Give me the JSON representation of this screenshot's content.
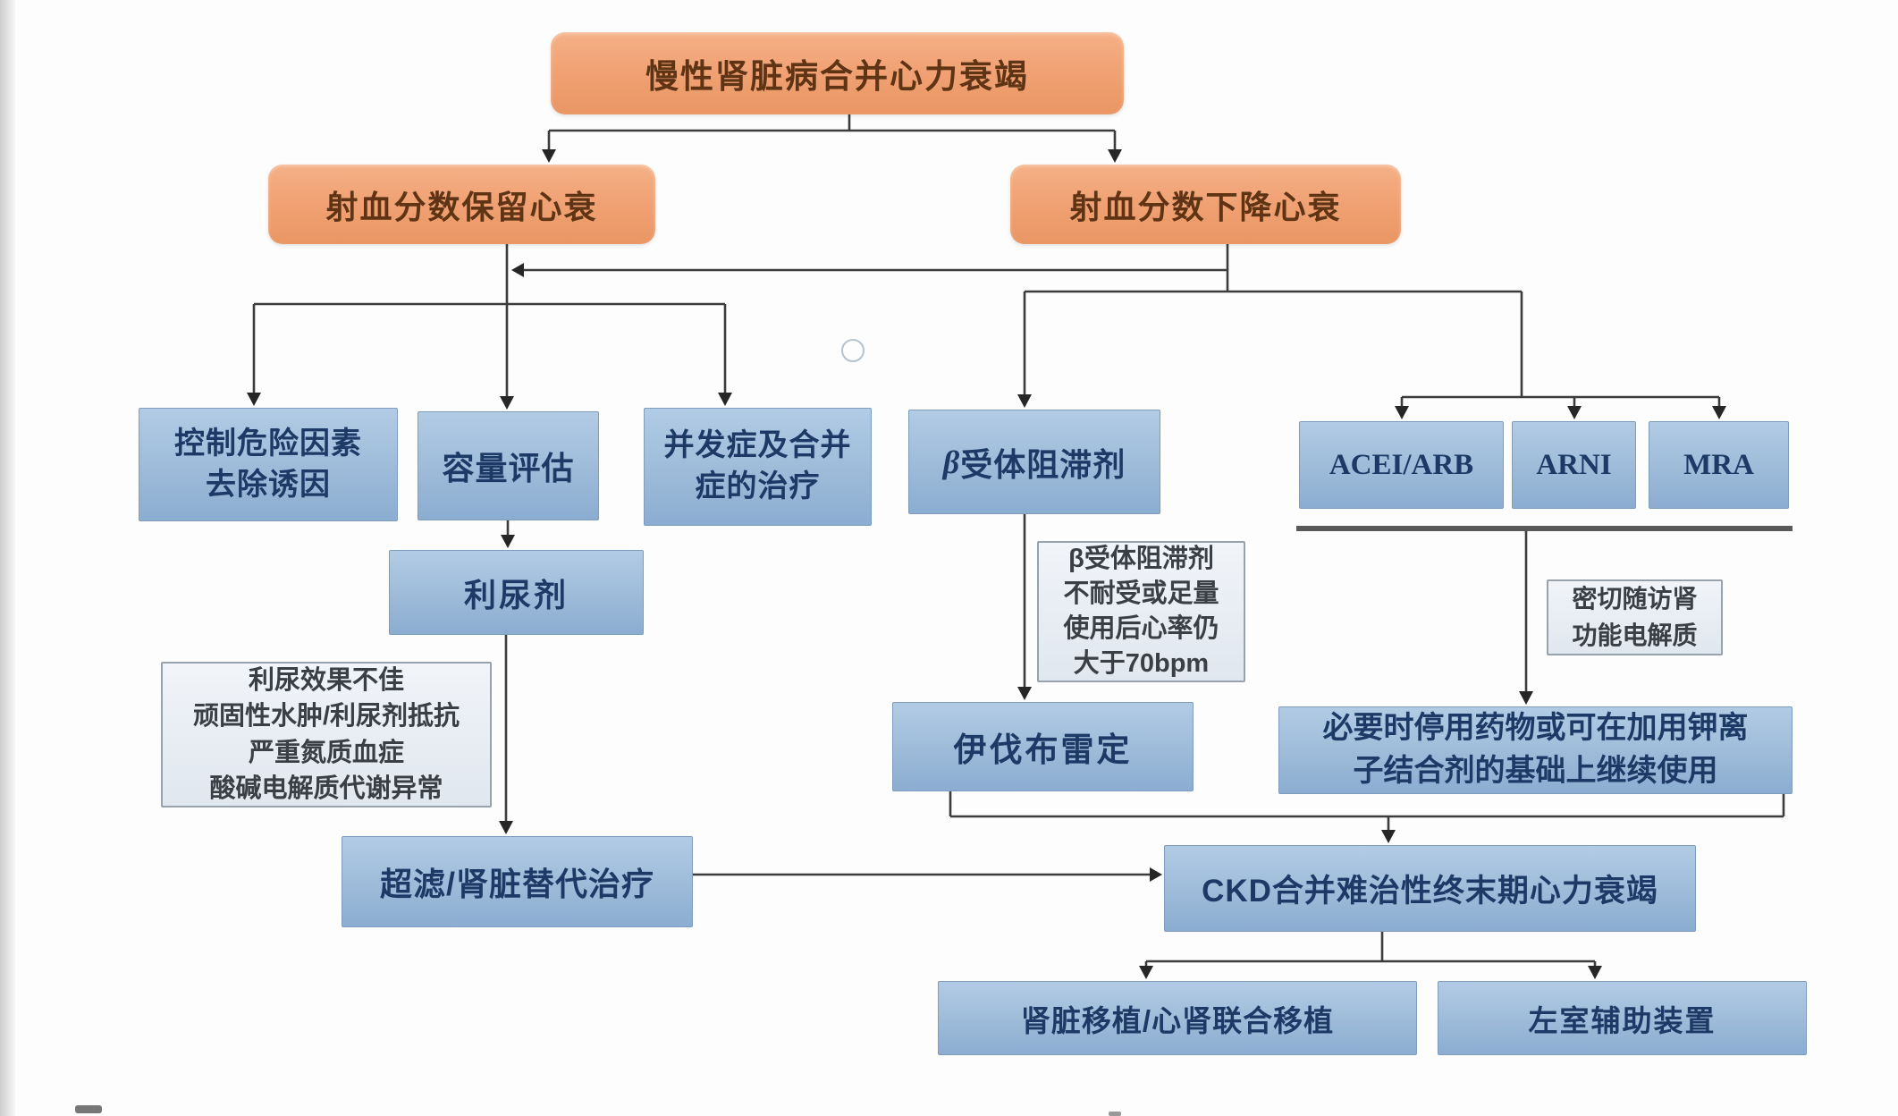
{
  "diagram_title": "慢性肾脏病合并心力衰竭",
  "colors": {
    "orange_box": "#f0a173",
    "blue_box": "#9dbbd9",
    "note_box": "#e8edf3",
    "connector": "#3c3c3c",
    "orange_text": "#5e3415",
    "blue_text": "#1d3a66"
  },
  "nodes": {
    "root": {
      "label": "慢性肾脏病合并心力衰竭"
    },
    "hfpef": {
      "label": "射血分数保留心衰"
    },
    "hfref": {
      "label": "射血分数下降心衰"
    },
    "risk": {
      "lines": [
        "控制危险因素",
        "去除诱因"
      ]
    },
    "volume": {
      "label": "容量评估"
    },
    "complication": {
      "lines": [
        "并发症及合并",
        "症的治疗"
      ]
    },
    "beta_blocker": {
      "beta": "β",
      "rest": "受体阻滞剂"
    },
    "acei_arb": {
      "label": "ACEI/ARB"
    },
    "arni": {
      "label": "ARNI"
    },
    "mra": {
      "label": "MRA"
    },
    "diuretic": {
      "label": "利尿剂"
    },
    "diuretic_note": {
      "lines": [
        "利尿效果不佳",
        "顽固性水肿/利尿剂抵抗",
        "严重氮质血症",
        "酸碱电解质代谢异常"
      ]
    },
    "beta_note": {
      "lines": [
        "β受体阻滞剂",
        "不耐受或足量",
        "使用后心率仍",
        "大于70bpm"
      ]
    },
    "ivabradine": {
      "label": "伊伐布雷定"
    },
    "followup_note": {
      "lines": [
        "密切随访肾",
        "功能电解质"
      ]
    },
    "potassium": {
      "lines": [
        "必要时停用药物或可在加用钾离",
        "子结合剂的基础上继续使用"
      ]
    },
    "ultrafiltration": {
      "label": "超滤/肾脏替代治疗"
    },
    "ckd_endstage": {
      "label": "CKD合并难治性终末期心力衰竭"
    },
    "transplant": {
      "label": "肾脏移植/心肾联合移植"
    },
    "lvad": {
      "label": "左室辅助装置"
    }
  }
}
